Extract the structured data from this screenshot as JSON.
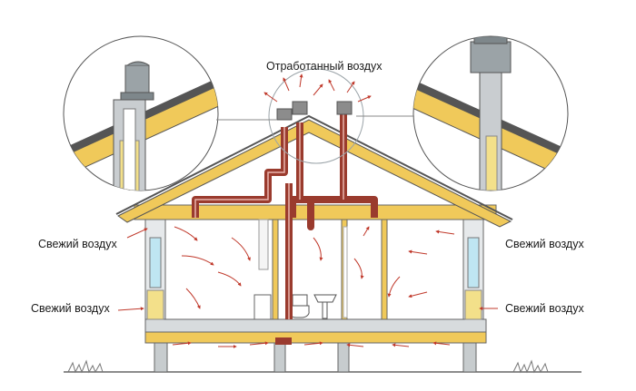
{
  "labels": {
    "exhaust": "Отработанный воздух",
    "fresh_top_left": "Свежий воздух",
    "fresh_top_right": "Свежий воздух",
    "fresh_bottom_left": "Свежий воздух",
    "fresh_bottom_right": "Свежий воздух"
  },
  "colors": {
    "duct": "#9a3b2e",
    "timber": "#f0c95a",
    "insulation": "#f3e08a",
    "wall": "#c9d3d8",
    "window": "#bfe6f2",
    "floor": "#b7bcbf",
    "outline": "#4a4a4a",
    "arrow": "#c0392b"
  }
}
